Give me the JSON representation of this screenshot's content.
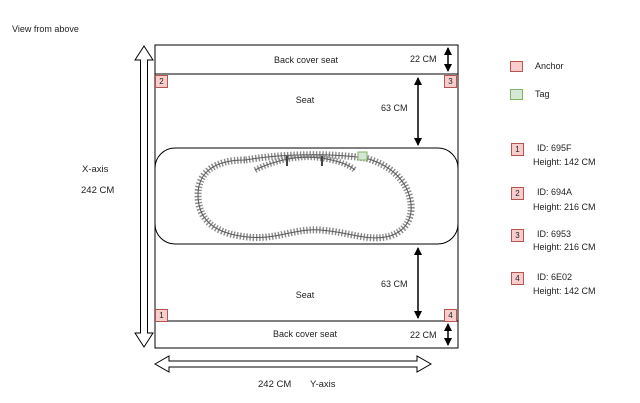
{
  "title": "View from above",
  "labels": {
    "back_cover_seat_top": "Back cover seat",
    "seat_top": "Seat",
    "seat_bottom": "Seat",
    "back_cover_seat_bottom": "Back cover seat",
    "dim_22_top": "22 CM",
    "dim_63_top": "63 CM",
    "dim_63_bottom": "63 CM",
    "dim_22_bottom": "22 CM",
    "x_axis": "X-axis",
    "x_axis_length": "242 CM",
    "y_axis": "Y-axis",
    "y_axis_length": "242 CM"
  },
  "corner_badges": {
    "c1": "1",
    "c2": "2",
    "c3": "3",
    "c4": "4"
  },
  "legend": {
    "anchor": "Anchor",
    "tag": "Tag",
    "anchor_color": "#f8cecc",
    "tag_color": "#d5e8d4"
  },
  "anchors": [
    {
      "num": "1",
      "id": "ID: 695F",
      "height": "Height: 142 CM"
    },
    {
      "num": "2",
      "id": "ID: 694A",
      "height": "Height: 216 CM"
    },
    {
      "num": "3",
      "id": "ID: 6953",
      "height": "Height: 216 CM"
    },
    {
      "num": "4",
      "id": "ID: 6E02",
      "height": "Height: 142 CM"
    }
  ]
}
